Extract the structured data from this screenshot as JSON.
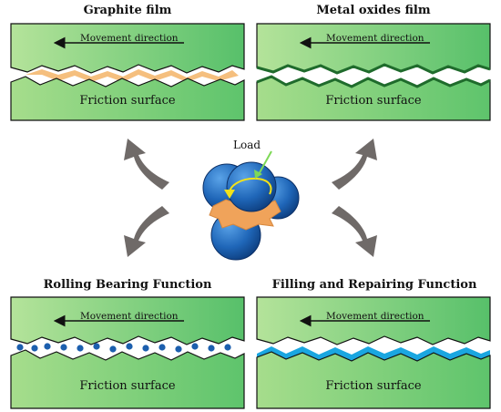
{
  "panels": {
    "graphite": {
      "title": "Graphite film",
      "movement": "Movement direction",
      "surface": "Friction surface"
    },
    "metal_oxides": {
      "title": "Metal oxides film",
      "movement": "Movement direction",
      "surface": "Friction surface"
    },
    "rolling": {
      "title": "Rolling Bearing Function",
      "movement": "Movement direction",
      "surface": "Friction surface"
    },
    "filling": {
      "title": "Filling and Repairing Function",
      "movement": "Movement direction",
      "surface": "Friction surface"
    }
  },
  "center": {
    "load_label": "Load"
  },
  "colors": {
    "panel_green": "#5cc36a",
    "panel_light": "#a9de8c",
    "graphite_orange": "#f4b870",
    "oxide_dark": "#1f6b2c",
    "bearing_blue": "#2e6fc1",
    "repair_cyan": "#1aa6e0",
    "arrow_gray": "#6f6a68",
    "particle_blue": "#1c5fae"
  }
}
